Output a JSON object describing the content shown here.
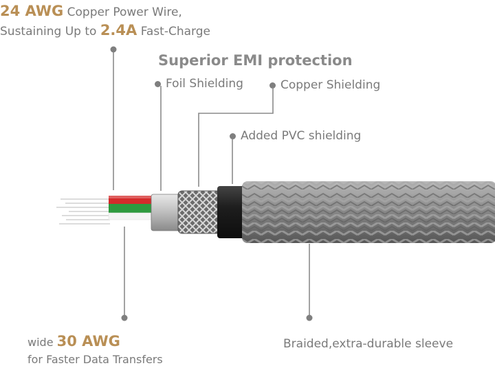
{
  "power_wire": {
    "gauge": "24 AWG",
    "line1_rest": "Copper Power Wire,",
    "line2_prefix": "Sustaining Up to",
    "current": "2.4A",
    "line2_suffix": "Fast-Charge"
  },
  "emi": {
    "title": "Superior EMI protection",
    "foil": "Foil Shielding",
    "copper": "Copper Shielding"
  },
  "pvc": "Added PVC shielding",
  "data_wire": {
    "prefix": "wide",
    "gauge": "30 AWG",
    "line2": "for Faster Data Transfers"
  },
  "sleeve": "Braided,extra-durable sleeve",
  "colors": {
    "accent": "#b98f55",
    "text": "#7a7a7a",
    "wire_red": "#d42b2b",
    "wire_green": "#2e9a3f",
    "braid": "#8d8d8d"
  }
}
